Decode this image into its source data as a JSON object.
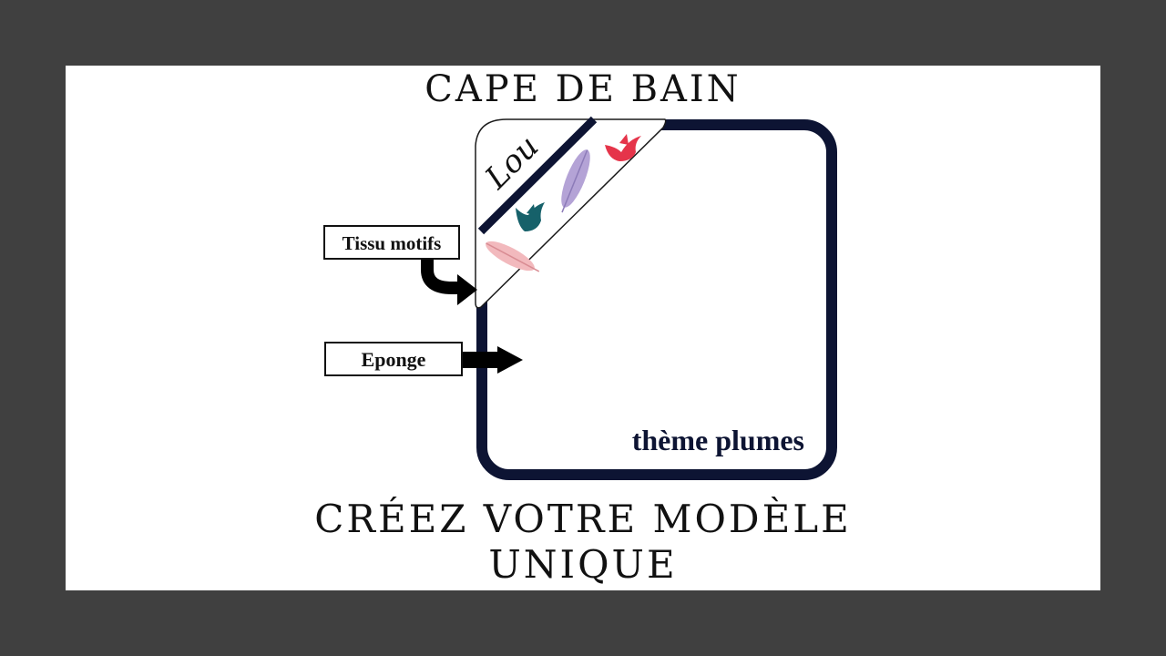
{
  "header": {
    "title": "CAPE DE BAIN"
  },
  "diagram": {
    "name_embroidery": "Lou",
    "label_fabric": "Tissu motifs",
    "label_towel": "Eponge",
    "theme_text": "thème plumes"
  },
  "footer": {
    "line1": "CRÉEZ VOTRE MODÈLE",
    "line2": "UNIQUE"
  },
  "colors": {
    "outline": "#0d1433",
    "teal_bird": "#16616a",
    "red_bird": "#e5344a",
    "lavender_feather": "#b4a3d6",
    "pink_feather": "#f2b9bd"
  }
}
